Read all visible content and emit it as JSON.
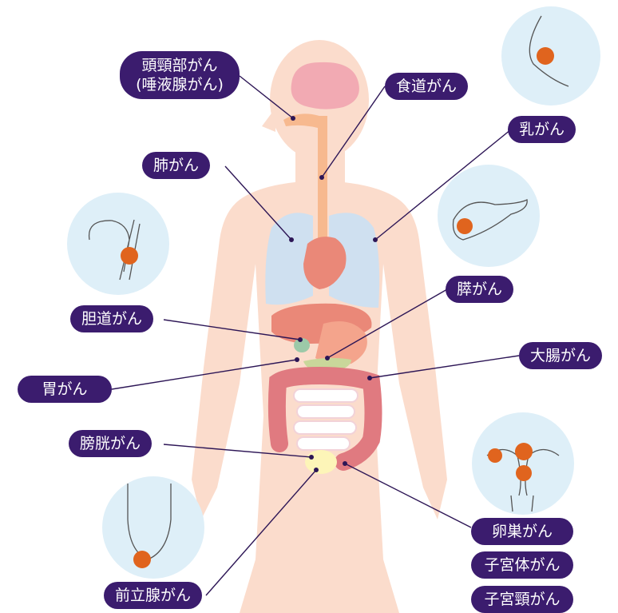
{
  "labels": {
    "head_neck_1": "頭頸部がん",
    "head_neck_2": "(唾液腺がん)",
    "esophagus": "食道がん",
    "breast": "乳がん",
    "lung": "肺がん",
    "pancreas": "膵がん",
    "biliary": "胆道がん",
    "colon": "大腸がん",
    "stomach": "胃がん",
    "bladder": "膀胱がん",
    "ovary": "卵巣がん",
    "uterine_body": "子宮体がん",
    "cervix": "子宮頸がん",
    "prostate": "前立腺がん"
  },
  "colors": {
    "label_bg": "#3b1c6e",
    "label_text": "#ffffff",
    "leader_line": "#2d1656",
    "body_skin": "#fbdccc",
    "inset_circle": "#deeff8",
    "tumor": "#e0641e"
  }
}
